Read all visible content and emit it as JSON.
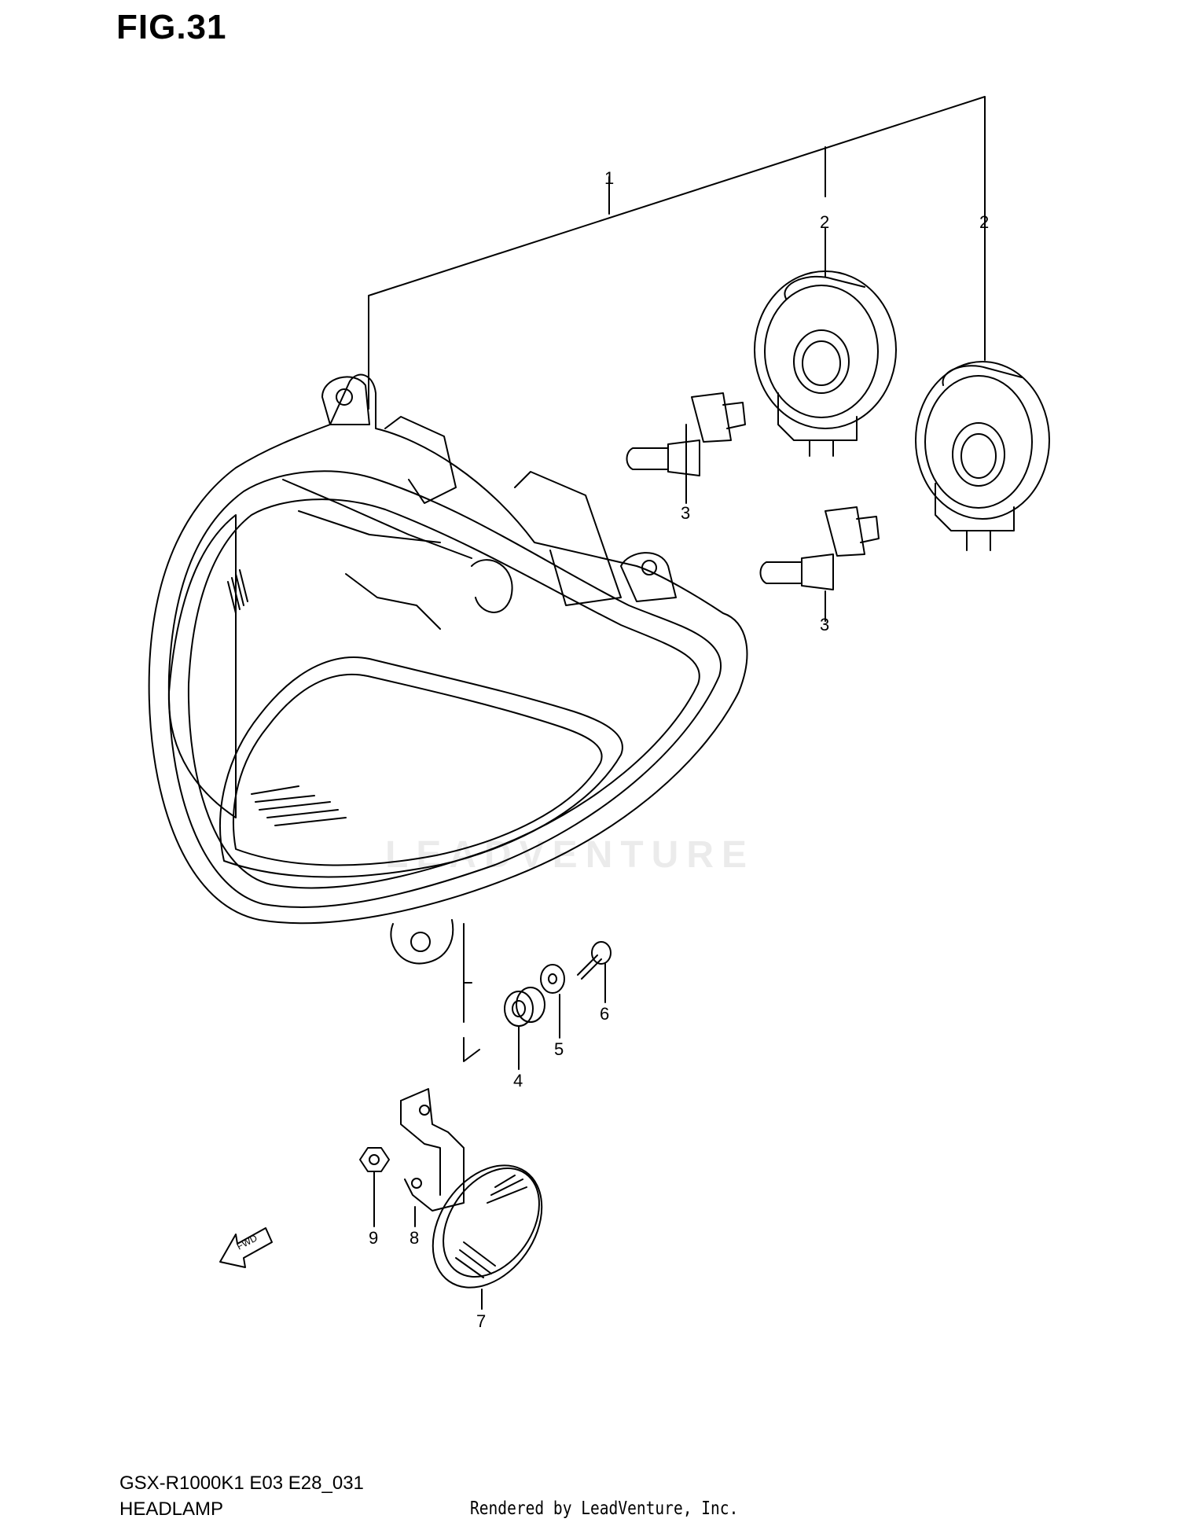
{
  "figure": {
    "title": "FIG.31"
  },
  "footer": {
    "model_code": "GSX-R1000K1 E03 E28_031",
    "section_name": "HEADLAMP",
    "credit": "Rendered by LeadVenture, Inc."
  },
  "watermark": "LEADVENTURE",
  "fwd_label": "FWD",
  "callouts": [
    {
      "id": "1",
      "part": "headlamp-assembly"
    },
    {
      "id": "2",
      "part": "bulb-socket-cover"
    },
    {
      "id": "2",
      "part": "bulb-socket-cover"
    },
    {
      "id": "3",
      "part": "bulb"
    },
    {
      "id": "3",
      "part": "bulb"
    },
    {
      "id": "4",
      "part": "grommet"
    },
    {
      "id": "5",
      "part": "washer"
    },
    {
      "id": "6",
      "part": "screw"
    },
    {
      "id": "7",
      "part": "reflector"
    },
    {
      "id": "8",
      "part": "bracket"
    },
    {
      "id": "9",
      "part": "nut"
    }
  ]
}
